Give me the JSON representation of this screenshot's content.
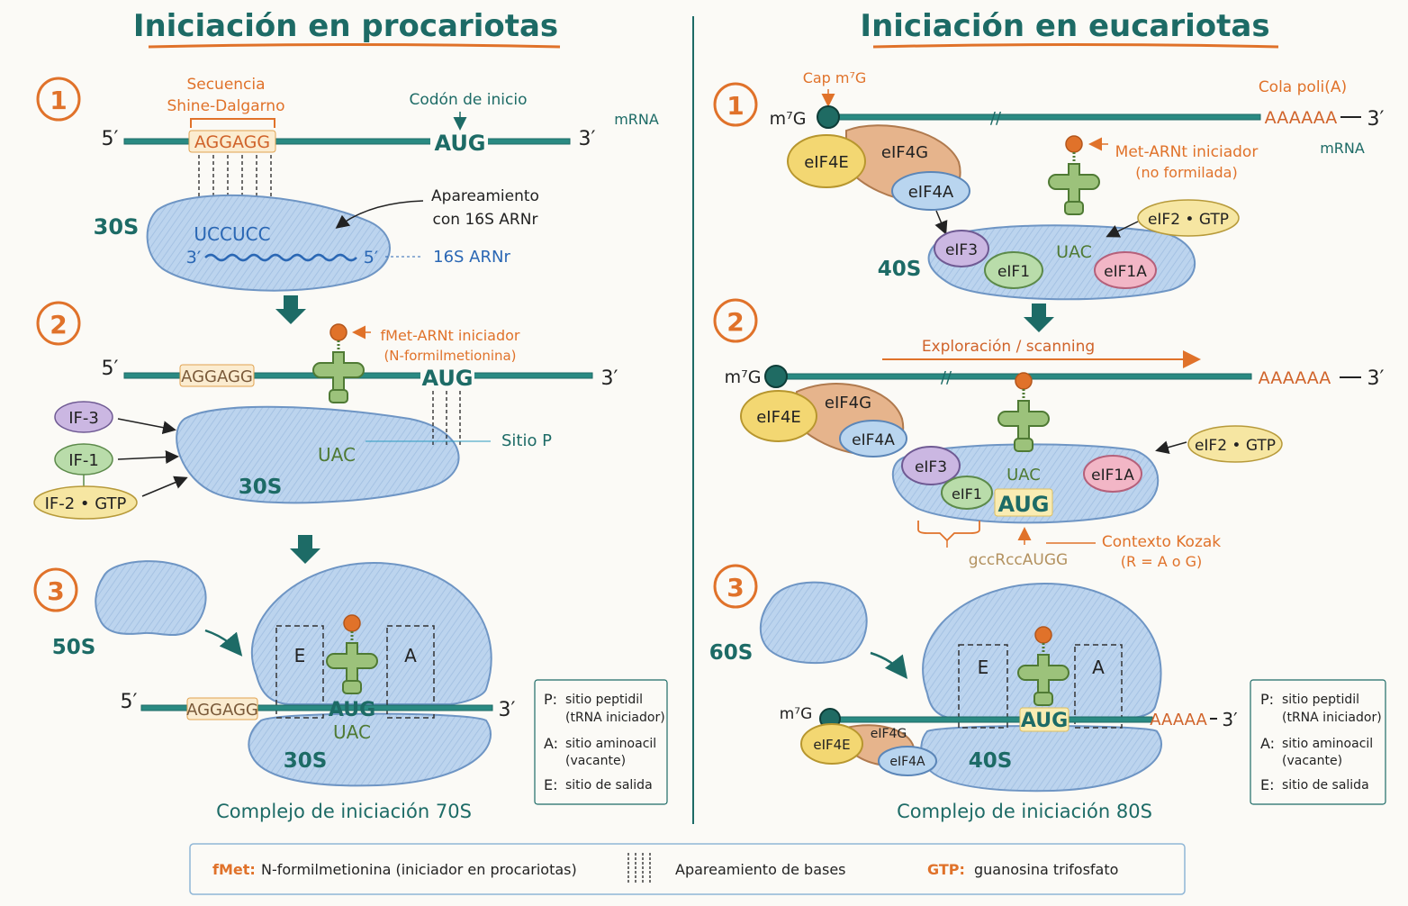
{
  "colors": {
    "teal": "#1d6b66",
    "orange": "#e0722a",
    "blue_label": "#2a67b4",
    "ribosome": "#b7d1ec",
    "ribosome_stroke": "#6e95c4",
    "trna": "#7fa85e",
    "trna_dark": "#4f7a34",
    "yellow": "#f3d772",
    "tan": "#e6b48c",
    "lightblue_factor": "#b9d5ef",
    "purple": "#cbb7e2",
    "green_factor": "#b9dcaa",
    "pink": "#f2b6c6",
    "gtp": "#f6e6a2"
  },
  "left": {
    "title": "Iniciación en procariotas",
    "step1": {
      "number": "1",
      "sd_label_1": "Secuencia",
      "sd_label_2": "Shine-Dalgarno",
      "start_codon_label": "Codón de inicio",
      "mrna_label": "mRNA",
      "five": "5′",
      "three": "3′",
      "sd_seq": "AGGAGG",
      "aug": "AUG",
      "pairing_1": "Apareamiento",
      "pairing_2": "con 16S ARNr",
      "subunit": "30S",
      "rrna_seq": "UCCUCC",
      "rrna_three": "3′",
      "rrna_five": "5′",
      "rrna_label": "16S ARNr"
    },
    "step2": {
      "number": "2",
      "trna_label_1": "fMet-ARNt iniciador",
      "trna_label_2": "(N-formilmetionina)",
      "five": "5′",
      "three": "3′",
      "sd_seq": "AGGAGG",
      "aug": "AUG",
      "anticodon": "UAC",
      "psite": "Sitio P",
      "subunit": "30S",
      "if3": "IF-3",
      "if1": "IF-1",
      "if2": "IF-2 • GTP"
    },
    "step3": {
      "number": "3",
      "large": "50S",
      "five": "5′",
      "three": "3′",
      "sd_seq": "AGGAGG",
      "aug": "AUG",
      "anticodon": "UAC",
      "site_e": "E",
      "site_a": "A",
      "small": "30S",
      "caption": "Complejo de iniciación 70S",
      "legend": [
        {
          "k": "P:",
          "v1": "sitio peptidil",
          "v2": "(tRNA iniciador)"
        },
        {
          "k": "A:",
          "v1": "sitio aminoacil",
          "v2": "(vacante)"
        },
        {
          "k": "E:",
          "v1": "sitio de salida",
          "v2": ""
        }
      ]
    }
  },
  "right": {
    "title": "Iniciación en eucariotas",
    "step1": {
      "number": "1",
      "cap_label": "Cap m⁷G",
      "cap": "m⁷G",
      "polya_label": "Cola poli(A)",
      "polya": "AAAAAA",
      "three": "3′",
      "mrna_label": "mRNA",
      "break": "//",
      "trna_label_1": "Met-ARNt iniciador",
      "trna_label_2": "(no formilada)",
      "eif4e": "eIF4E",
      "eif4g": "eIF4G",
      "eif4a": "eIF4A",
      "eif2": "eIF2 • GTP",
      "eif3": "eIF3",
      "eif1": "eIF1",
      "eif1a": "eIF1A",
      "anticodon": "UAC",
      "subunit": "40S"
    },
    "step2": {
      "number": "2",
      "scan_label": "Exploración / scanning",
      "cap": "m⁷G",
      "polya": "AAAAAA",
      "three": "3′",
      "break": "//",
      "eif4e": "eIF4E",
      "eif4g": "eIF4G",
      "eif4a": "eIF4A",
      "eif2": "eIF2 • GTP",
      "eif3": "eIF3",
      "eif1": "eIF1",
      "eif1a": "eIF1A",
      "anticodon": "UAC",
      "aug": "AUG",
      "kozak_label_1": "Contexto Kozak",
      "kozak_label_2": "(R = A o G)",
      "kozak_seq": "gccRccAUGG"
    },
    "step3": {
      "number": "3",
      "large": "60S",
      "cap": "m⁷G",
      "eif4e": "eIF4E",
      "eif4g": "eIF4G",
      "eif4a": "eIF4A",
      "aug": "AUG",
      "polya": "AAAAA",
      "three": "3′",
      "site_e": "E",
      "site_a": "A",
      "small": "40S",
      "caption": "Complejo de iniciación 80S",
      "legend": [
        {
          "k": "P:",
          "v1": "sitio peptidil",
          "v2": "(tRNA iniciador)"
        },
        {
          "k": "A:",
          "v1": "sitio aminoacil",
          "v2": "(vacante)"
        },
        {
          "k": "E:",
          "v1": "sitio de salida",
          "v2": ""
        }
      ]
    }
  },
  "footer": {
    "fmet_key": "fMet:",
    "fmet_val": "N-formilmetionina (iniciador en procariotas)",
    "pair_val": "Apareamiento de bases",
    "gtp_key": "GTP:",
    "gtp_val": "guanosina trifosfato"
  }
}
